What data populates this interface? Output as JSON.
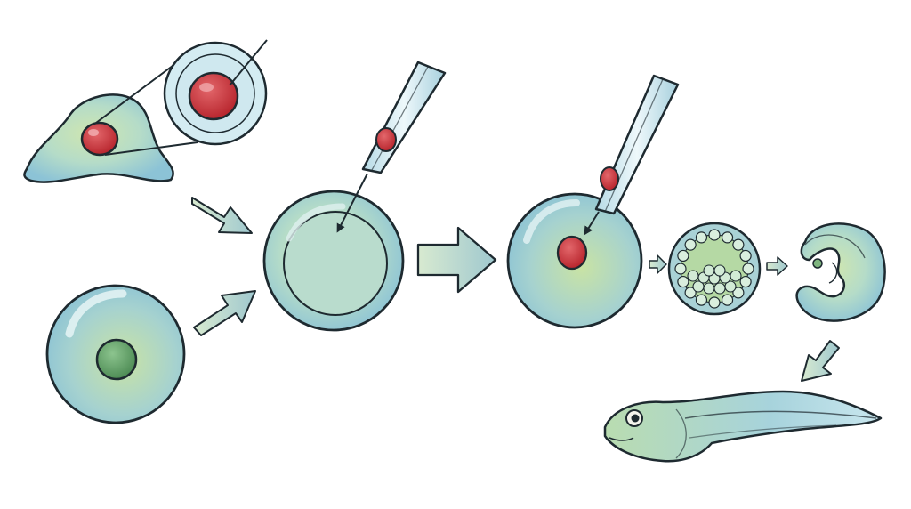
{
  "diagram": {
    "stages": [
      "somatic-cell-with-nucleus",
      "egg-cell-with-nucleus",
      "enucleated-egg",
      "egg-with-transplanted-nucleus",
      "blastula",
      "embryo",
      "tadpole"
    ],
    "colors": {
      "outline": "#1e2a30",
      "cell_fill": "#a9d4dc",
      "cell_fill_green": "#c5e0a5",
      "donor_nucleus": "#c9373e",
      "egg_nucleus": "#5f9a64",
      "arrow_fill": "#b6d4c4",
      "pipette_fill": "#d9eef4",
      "background": "#ffffff"
    }
  }
}
